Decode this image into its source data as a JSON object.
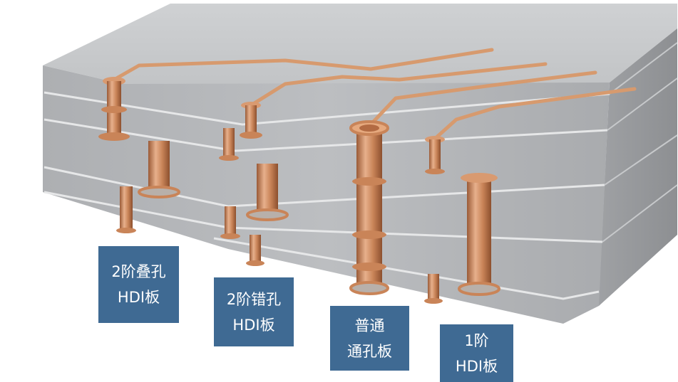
{
  "labels": {
    "stacked_via": {
      "line1": "2阶叠孔",
      "line2": "HDI板"
    },
    "staggered_via": {
      "line1": "2阶错孔",
      "line2": "HDI板"
    },
    "through_hole": {
      "line1": "普通",
      "line2": "通孔板"
    },
    "first_order": {
      "line1": "1阶",
      "line2": "HDI板"
    }
  },
  "colors": {
    "board_top": "#c9cbcd",
    "board_front": "#b5b7ba",
    "board_side": "#9c9ea1",
    "layer_line": "#e6e7e8",
    "copper": "#c98458",
    "copper_dark": "#9a5a36",
    "copper_light": "#e7b08c",
    "label_bg": "#3f6a93"
  }
}
